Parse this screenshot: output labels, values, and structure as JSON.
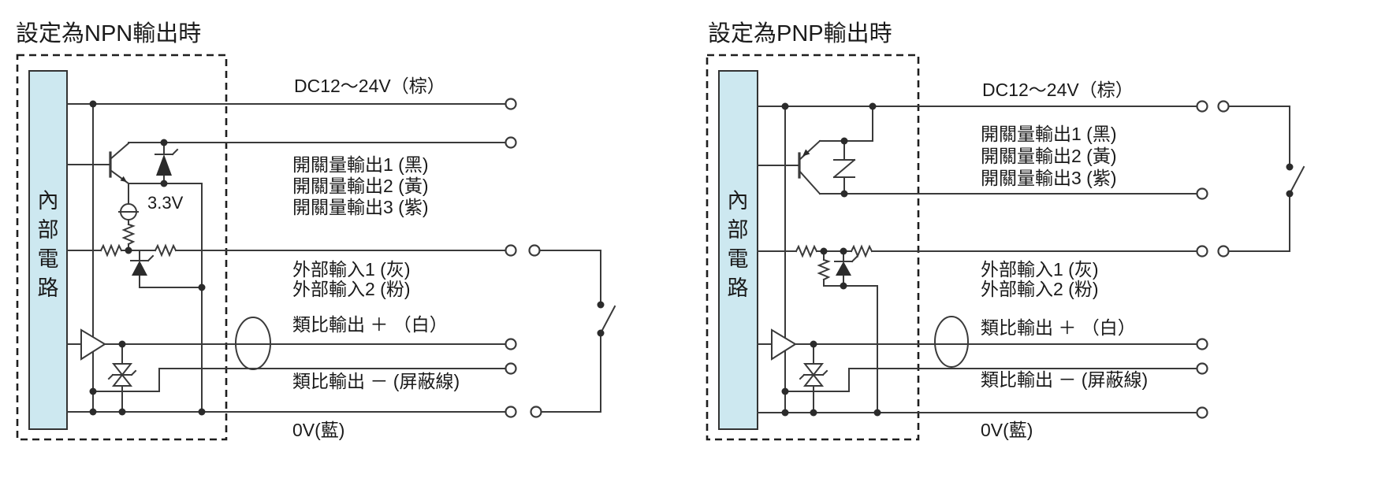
{
  "colors": {
    "internal_box_fill": "#cde8f0",
    "line": "#3a3a3a",
    "dashed_border": "#1e1e1e"
  },
  "npn": {
    "title": "設定為NPN輸出時",
    "internal_chars": [
      "內",
      "部",
      "電",
      "路"
    ],
    "voltage_label": "3.3V",
    "labels": {
      "power": "DC12〜24V（棕）",
      "out1": "開關量輸出1 (黑)",
      "out2": "開關量輸出2 (黃)",
      "out3": "開關量輸出3 (紫)",
      "in1": "外部輸入1 (灰)",
      "in2": "外部輸入2 (粉)",
      "analog_plus": "類比輸出 ＋ （白）",
      "analog_minus": "類比輸出 － (屏蔽線)",
      "zero_v": "0V(藍)"
    }
  },
  "pnp": {
    "title": "設定為PNP輸出時",
    "internal_chars": [
      "內",
      "部",
      "電",
      "路"
    ],
    "labels": {
      "power": "DC12〜24V（棕）",
      "out1": "開關量輸出1 (黑)",
      "out2": "開關量輸出2 (黃)",
      "out3": "開關量輸出3 (紫)",
      "in1": "外部輸入1 (灰)",
      "in2": "外部輸入2 (粉)",
      "analog_plus": "類比輸出 ＋ （白）",
      "analog_minus": "類比輸出 － (屏蔽線)",
      "zero_v": "0V(藍)"
    }
  }
}
